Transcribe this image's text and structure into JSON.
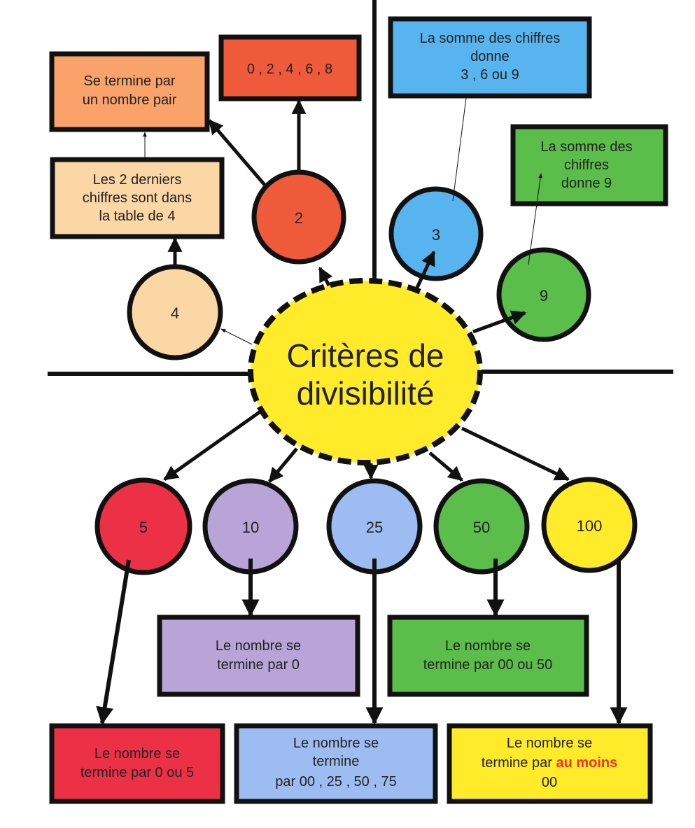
{
  "center": {
    "lines": [
      "Critères de",
      "divisibilité"
    ],
    "fill": "#ffeb2a"
  },
  "nodes": {
    "n2": {
      "label": "2",
      "fill": "#ef5a3a"
    },
    "n3": {
      "label": "3",
      "fill": "#58b4ee"
    },
    "n4": {
      "label": "4",
      "fill": "#fbd7a6"
    },
    "n9": {
      "label": "9",
      "fill": "#5bbd4a"
    },
    "n5": {
      "label": "5",
      "fill": "#ec3146"
    },
    "n10": {
      "label": "10",
      "fill": "#b9a4d8"
    },
    "n25": {
      "label": "25",
      "fill": "#9dbdf2"
    },
    "n50": {
      "label": "50",
      "fill": "#5bbd4a"
    },
    "n100": {
      "label": "100",
      "fill": "#ffeb2a"
    }
  },
  "boxes": {
    "pair": {
      "lines": [
        "Se termine par",
        "un nombre pair"
      ],
      "fill": "#f9a36b"
    },
    "digits2": {
      "lines": [
        "0 , 2 , 4 , 6 , 8"
      ],
      "fill": "#ef5a3a"
    },
    "table4": {
      "lines": [
        "Les 2 derniers",
        "chiffres sont dans",
        "la table de 4"
      ],
      "fill": "#fbd7a6"
    },
    "sum3": {
      "lines": [
        "La somme des chiffres",
        "donne",
        "3 , 6 ou 9"
      ],
      "fill": "#58b4ee"
    },
    "sum9": {
      "lines": [
        "La  somme des",
        "chiffres",
        "donne 9"
      ],
      "fill": "#5bbd4a"
    },
    "end0": {
      "lines": [
        "Le nombre se",
        "termine par 0"
      ],
      "fill": "#b9a4d8"
    },
    "end0050": {
      "lines": [
        "Le nombre se",
        "termine par 00 ou 50"
      ],
      "fill": "#5bbd4a"
    },
    "end05": {
      "lines": [
        "Le nombre se",
        "termine par 0 ou 5"
      ],
      "fill": "#ec3146"
    },
    "end25": {
      "lines": [
        "Le nombre se",
        "termine",
        "par  00 , 25 , 50 , 75"
      ],
      "fill": "#9dbdf2"
    },
    "end00": {
      "line1": "Le nombre se",
      "line2a": "termine par ",
      "line2b": "au moins",
      "line3": "00",
      "fill": "#ffeb2a",
      "highlight": "#e8352b"
    }
  }
}
